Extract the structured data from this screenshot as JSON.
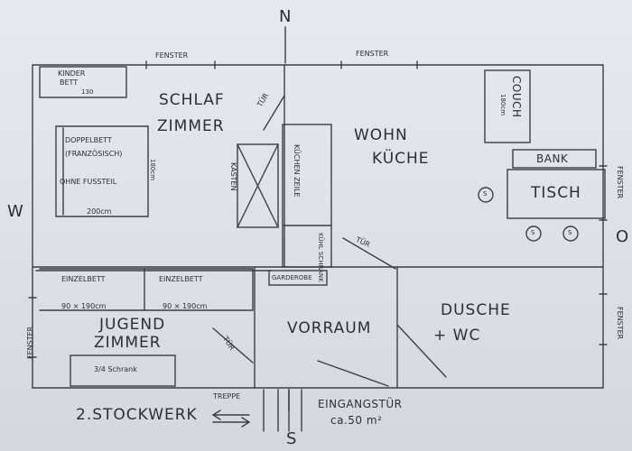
{
  "compass": {
    "north": "N",
    "south": "S",
    "west": "W",
    "east": "O"
  },
  "labels": {
    "fenster": "FENSTER",
    "kinderbett_1": "KINDER",
    "kinderbett_2": "BETT",
    "kinderbett_size": "130",
    "schlafzimmer_1": "SCHLAF",
    "schlafzimmer_2": "ZIMMER",
    "tuer": "TÜR",
    "doppelbett_1": "DOPPELBETT",
    "doppelbett_2": "(FRANZÖSISCH)",
    "doppelbett_3": "OHNE FUSSTEIL",
    "bed_width": "200cm",
    "bed_length": "180cm",
    "kasten": "KASTEN",
    "kuechenzeile": "KÜCHEN ZEILE",
    "kuehlschrank": "KÜHL SCHRANK",
    "wohnkueche_1": "WOHN",
    "wohnkueche_2": "KÜCHE",
    "couch": "COUCH",
    "couch_size": "180cm",
    "bank": "BANK",
    "tisch": "TISCH",
    "stuhl": "S",
    "einzelbett": "EINZELBETT",
    "einzelbett_size": "90 × 190cm",
    "garderobe": "GARDEROBE",
    "jugendzimmer_1": "JUGEND",
    "jugendzimmer_2": "ZIMMER",
    "schrank": "3/4 Schrank",
    "vorraum": "VORRAUM",
    "dusche_1": "DUSCHE",
    "dusche_2": "+ WC",
    "stockwerk": "2.STOCKWERK",
    "treppe": "TREPPE",
    "eingangstuer": "EINGANGSTÜR",
    "area": "ca.50 m²"
  }
}
